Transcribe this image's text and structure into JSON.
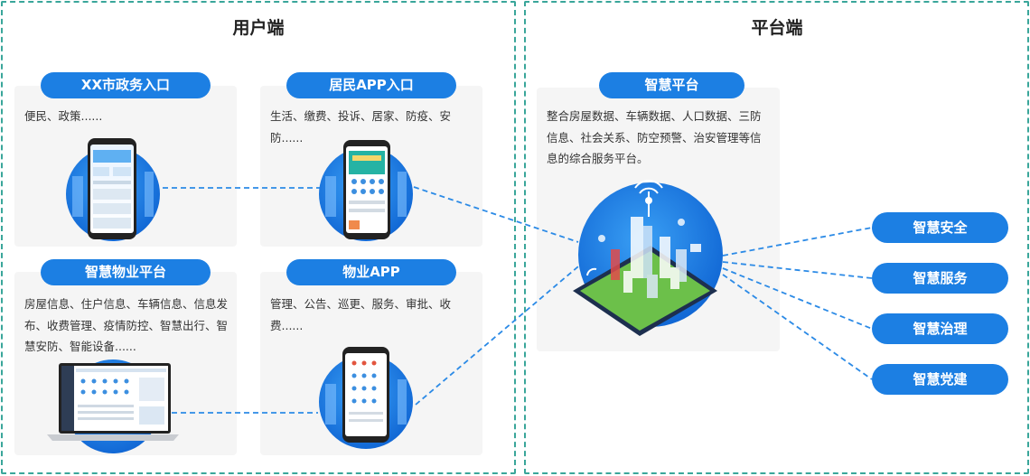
{
  "zones": {
    "user": {
      "title": "用户端"
    },
    "platform": {
      "title": "平台端"
    }
  },
  "cards": {
    "gov": {
      "title": "XX市政务入口",
      "desc": "便民、政策......"
    },
    "resident": {
      "title": "居民APP入口",
      "desc": "生活、缴费、投诉、居家、防疫、安防......"
    },
    "property_platform": {
      "title": "智慧物业平台",
      "desc": "房屋信息、住户信息、车辆信息、信息发布、收费管理、疫情防控、智慧出行、智慧安防、智能设备......"
    },
    "property_app": {
      "title": "物业APP",
      "desc": "管理、公告、巡更、服务、审批、收费......"
    },
    "smart_platform": {
      "title": "智慧平台",
      "desc": "整合房屋数据、车辆数据、人口数据、三防信息、社会关系、防空预警、治安管理等信息的综合服务平台。"
    }
  },
  "outputs": [
    "智慧安全",
    "智慧服务",
    "智慧治理",
    "智慧党建"
  ],
  "colors": {
    "accent": "#1c7fe3",
    "zone_border": "#3aa69a",
    "card_bg": "#f5f5f5",
    "connector": "#2b8ae6"
  }
}
